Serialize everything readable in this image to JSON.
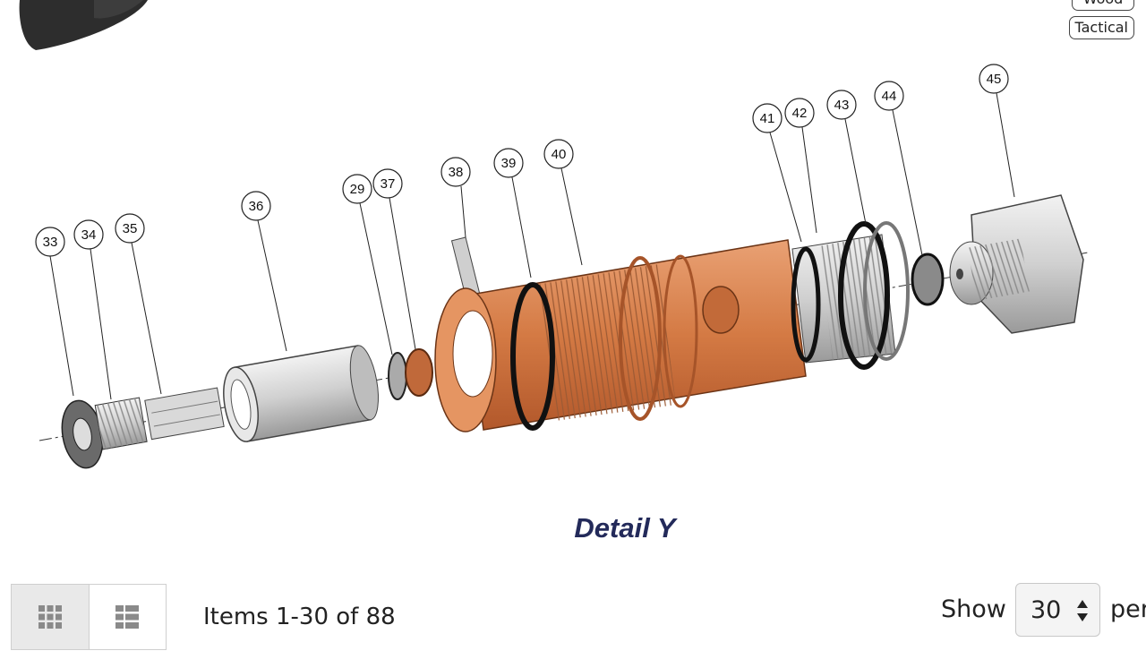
{
  "filters": {
    "wood": "Wood",
    "tactical": "Tactical"
  },
  "diagram": {
    "title": "Detail Y",
    "callouts": [
      "33",
      "34",
      "35",
      "36",
      "29",
      "37",
      "38",
      "39",
      "40",
      "41",
      "42",
      "43",
      "44",
      "45"
    ],
    "colors": {
      "copper": "#d9824f",
      "steel": "#c9c9c9",
      "ring": "#1b1b1b"
    }
  },
  "toolbar": {
    "grid_view": "grid-view",
    "list_view": "list-view",
    "items_count": "Items 1-30 of 88",
    "show_label": "Show",
    "per_page_value": "30",
    "per_label": "per"
  }
}
